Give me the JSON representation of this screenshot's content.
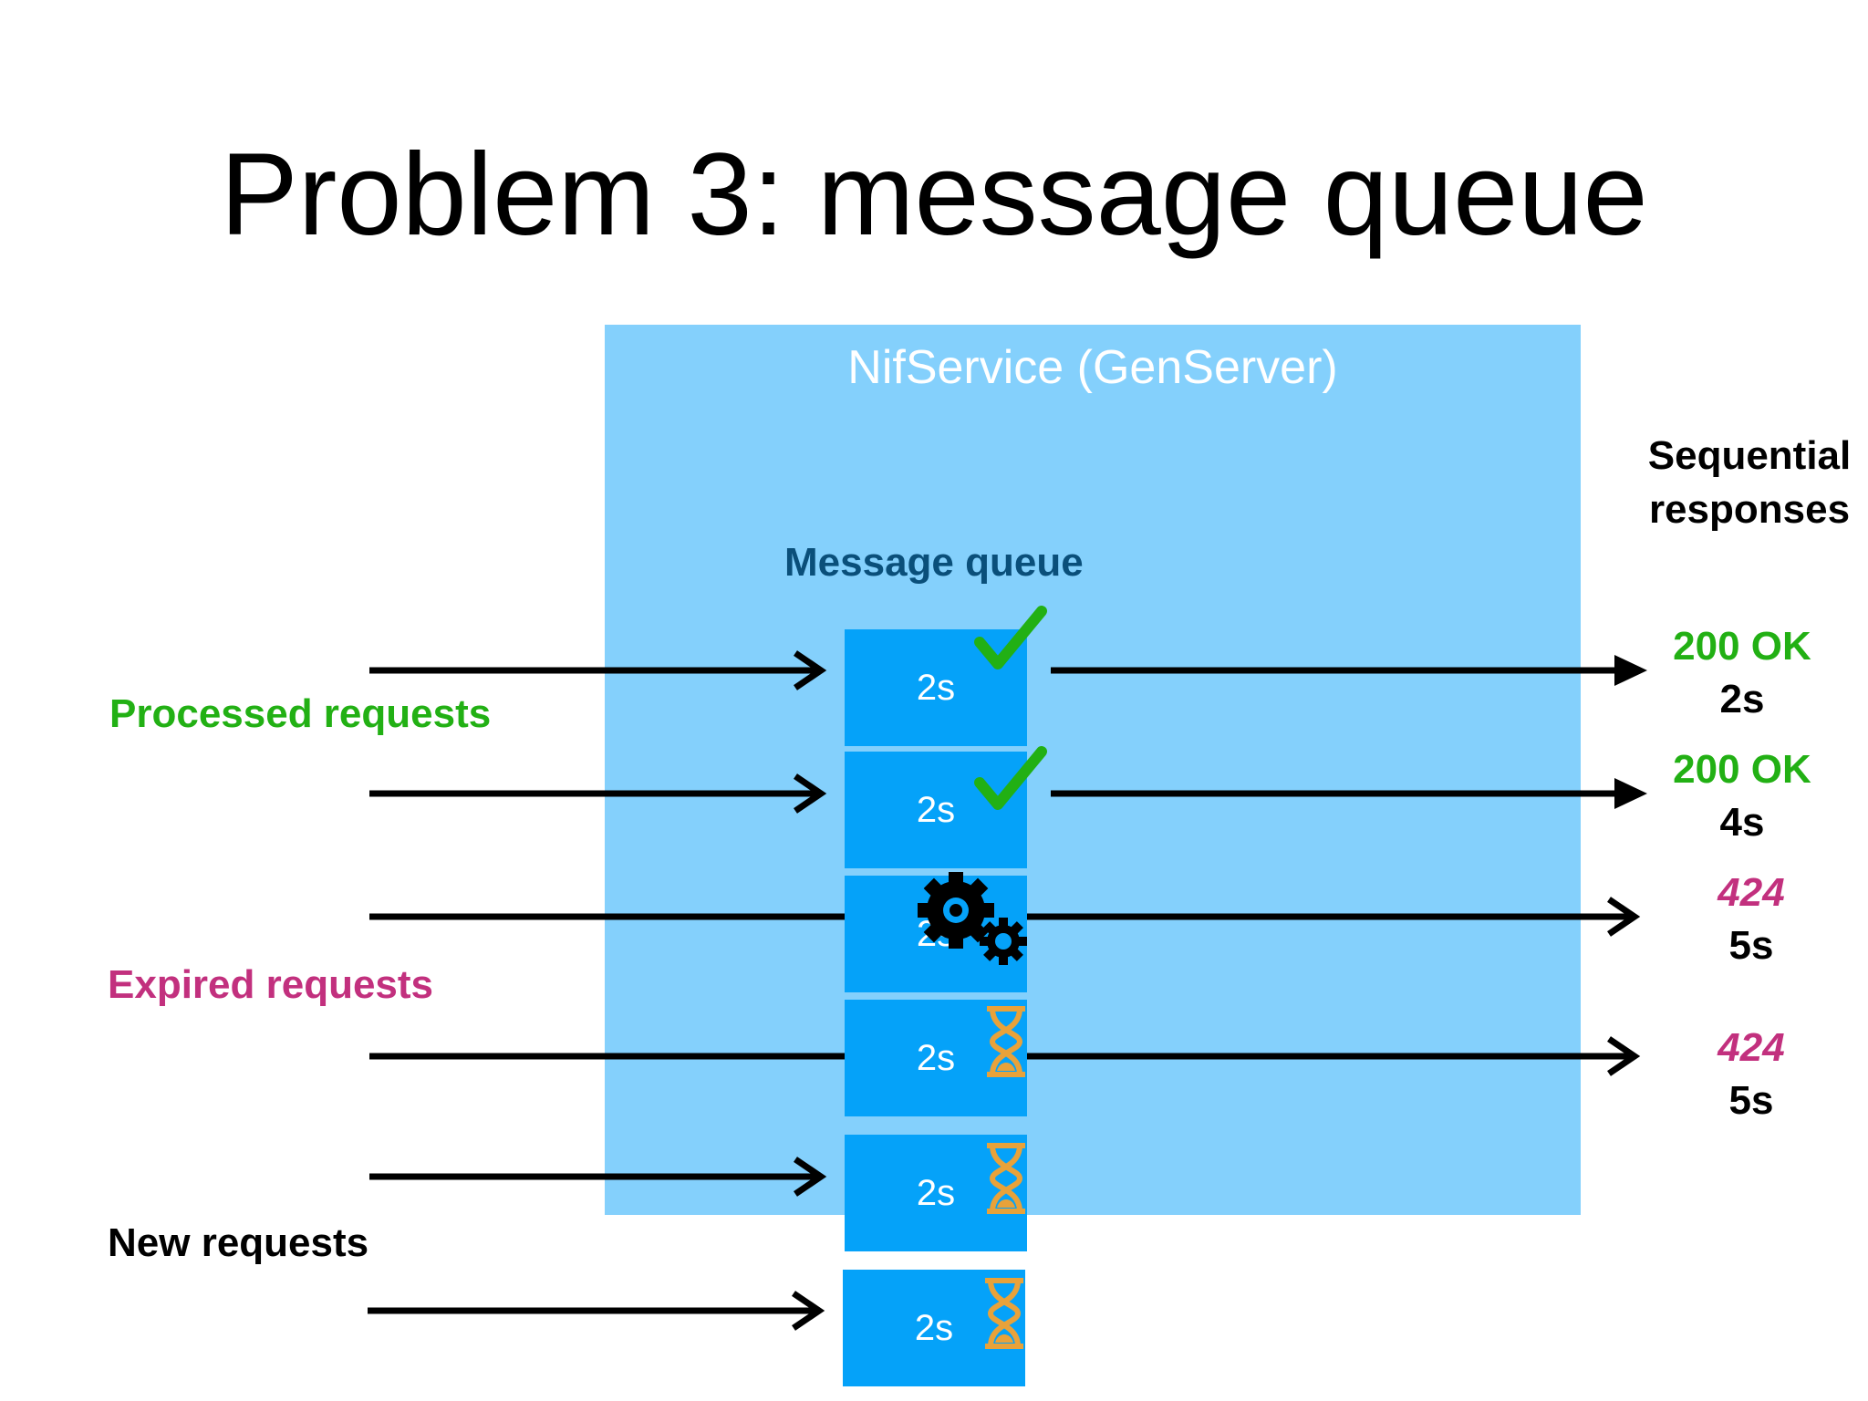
{
  "title": "Problem 3: message queue",
  "service": {
    "label": "NifService (GenServer)"
  },
  "queue": {
    "label": "Message queue",
    "messages": [
      "2s",
      "2s",
      "2s",
      "2s",
      "2s",
      "2s"
    ]
  },
  "sequential_label": [
    "Sequential",
    "responses"
  ],
  "groups": {
    "processed": "Processed requests",
    "expired": "Expired requests",
    "new": "New requests"
  },
  "responses": [
    {
      "code": "200 OK",
      "time": "2s"
    },
    {
      "code": "200 OK",
      "time": "4s"
    },
    {
      "code": "424",
      "time": "5s"
    },
    {
      "code": "424",
      "time": "5s"
    }
  ],
  "colors": {
    "processed": "#22b014",
    "expired": "#c2307e",
    "new": "#000000",
    "service_box": "#84d0fc",
    "message": "#05a2f9",
    "queue_label": "#0a4f7a",
    "hourglass": "#e8a23a"
  },
  "icons": {
    "processed": "checkmark-icon",
    "processing": "gears-icon",
    "waiting": "hourglass-icon"
  }
}
